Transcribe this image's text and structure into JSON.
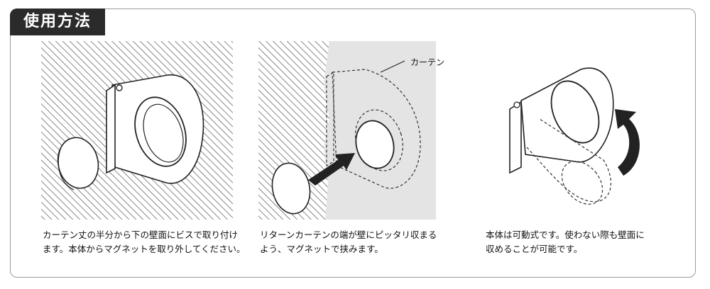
{
  "header": {
    "title": "使用方法"
  },
  "steps": [
    {
      "caption": "カーテン丈の半分から下の壁面にビスで取り付け\nます。本体からマグネットを取り外してください。"
    },
    {
      "caption": "リターンカーテンの端が壁にピッタリ収まる\nよう、マグネットで挟みます。",
      "label": "カーテン"
    },
    {
      "caption": "本体は可動式です。使わない際も壁面に\n収めることが可能です。"
    }
  ],
  "colors": {
    "tab": "#2b2b2b",
    "frame": "#9a9a9a",
    "curtain": "#e4e4e4",
    "line": "#222222"
  }
}
